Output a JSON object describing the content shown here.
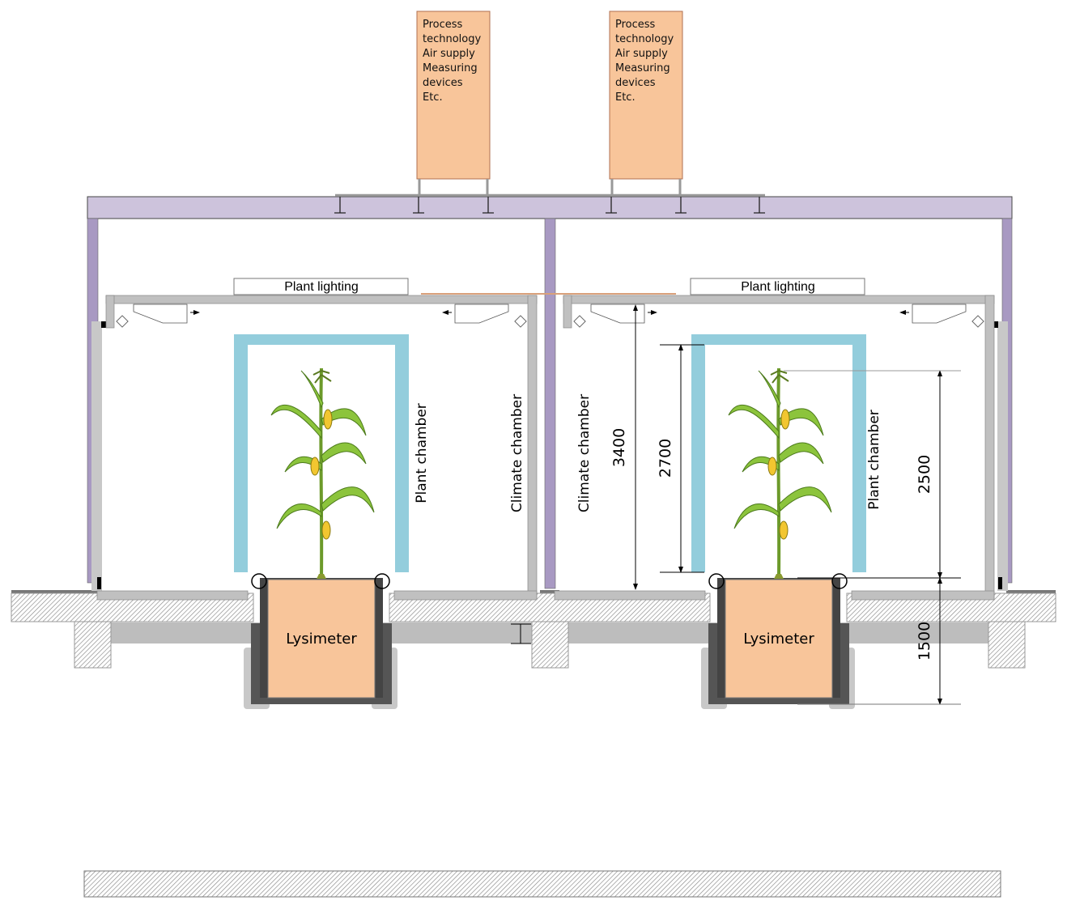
{
  "process_boxes": [
    {
      "lines": [
        "Process",
        "technology",
        "Air supply",
        "Measuring",
        "devices",
        "Etc."
      ]
    },
    {
      "lines": [
        "Process",
        "technology",
        "Air supply",
        "Measuring",
        "devices",
        "Etc."
      ]
    }
  ],
  "chambers": [
    {
      "lighting_label": "Plant lighting",
      "plant_chamber_label": "Plant chamber",
      "climate_chamber_label": "Climate chamber",
      "lysimeter_label": "Lysimeter"
    },
    {
      "lighting_label": "Plant lighting",
      "plant_chamber_label": "Plant chamber",
      "climate_chamber_label": "Climate chamber",
      "lysimeter_label": "Lysimeter"
    }
  ],
  "dimensions": {
    "climate_height": "3400",
    "plant_chamber_height": "2700",
    "plant_height": "2500",
    "lysimeter_depth": "1500"
  },
  "colors": {
    "beam": "#cdc3dc",
    "post": "#a899c2",
    "box": "#f8c59a",
    "plant_frame": "#93cddc",
    "wall": "#c0c0c0"
  }
}
